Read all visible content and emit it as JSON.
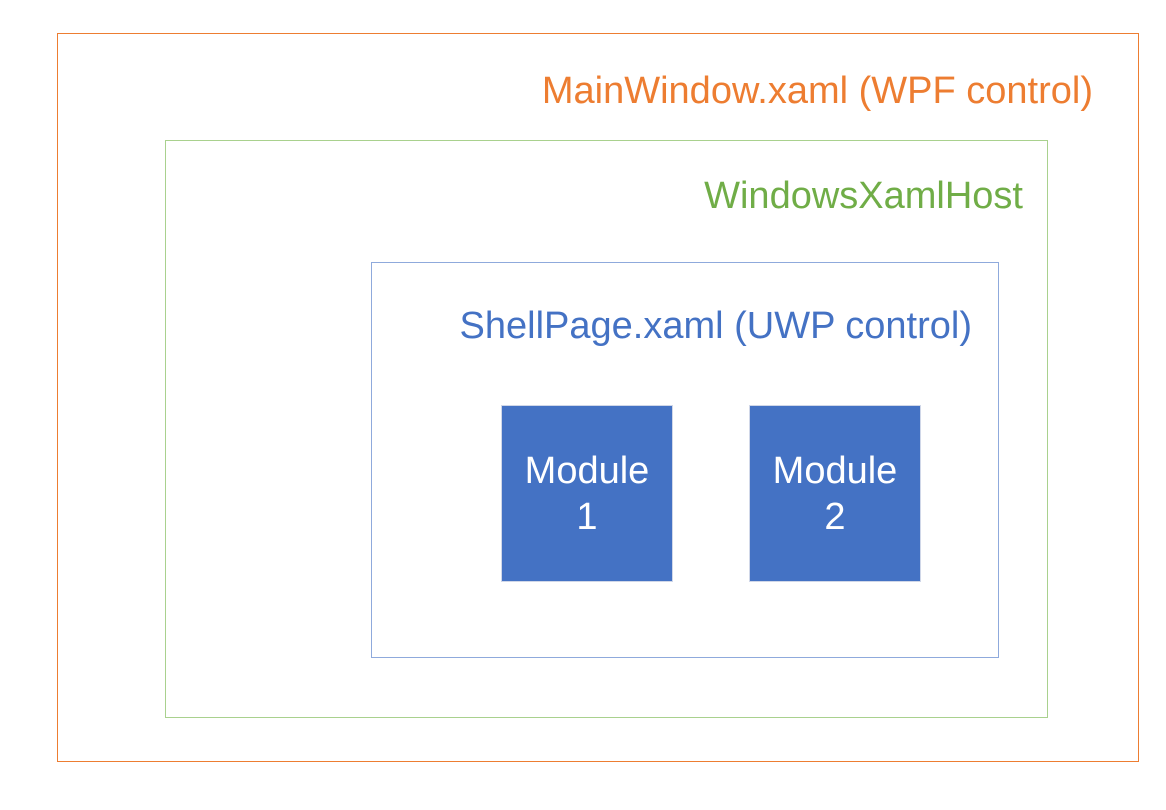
{
  "diagram": {
    "title": "MainWindow.xaml (WPF control)",
    "type": "nested-containment",
    "background_color": "#FFFFFF",
    "layers": [
      {
        "id": "wpf-host",
        "label": "MainWindow.xaml (WPF control)",
        "text_color": "#ED7D31",
        "border_color": "#ED7D31",
        "fill": "none",
        "level": 0
      },
      {
        "id": "windows-xaml-host",
        "label": "WindowsXamlHost",
        "text_color": "#70AD47",
        "border_color": "#A9D18E",
        "fill": "none",
        "level": 1
      },
      {
        "id": "uwp-shell-page",
        "label": "ShellPage.xaml (UWP control)",
        "text_color": "#4472C4",
        "border_color": "#8FAADC",
        "fill": "none",
        "level": 2
      }
    ],
    "modules": [
      {
        "id": "module-1",
        "label": "Module\n1",
        "name": "Module",
        "number": "1",
        "fill_color": "#4472C4",
        "text_color": "#FFFFFF"
      },
      {
        "id": "module-2",
        "label": "Module\n2",
        "name": "Module",
        "number": "2",
        "fill_color": "#4472C4",
        "text_color": "#FFFFFF"
      }
    ]
  }
}
